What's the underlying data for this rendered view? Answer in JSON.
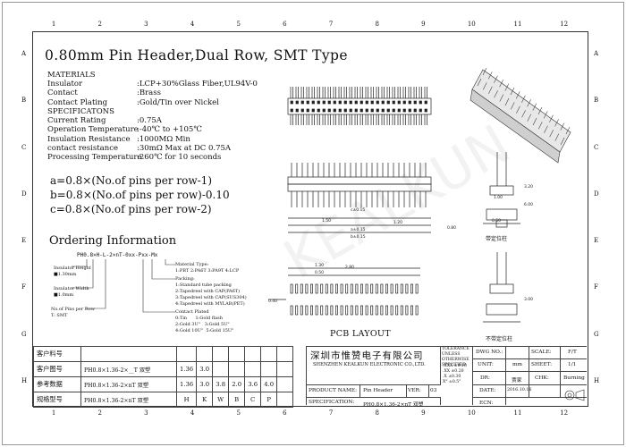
{
  "drawing": {
    "title": "0.80mm Pin Header,Dual Row, SMT Type",
    "border_columns": [
      "1",
      "2",
      "3",
      "4",
      "5",
      "6",
      "7",
      "8",
      "9",
      "10",
      "11",
      "12"
    ],
    "border_rows": [
      "A",
      "B",
      "C",
      "D",
      "E",
      "F",
      "G",
      "H"
    ]
  },
  "specs": {
    "materials_heading": "MATERIALS",
    "materials": [
      {
        "label": "Insulator",
        "value": ":LCP+30%Glass Fiber,UL94V-0"
      },
      {
        "label": "Contact",
        "value": ":Brass"
      },
      {
        "label": "Contact Plating",
        "value": ":Gold/Tin over Nickel"
      }
    ],
    "specifications_heading": "SPECIFICATONS",
    "specifications": [
      {
        "label": "Current Rating",
        "value": ":0.75A"
      },
      {
        "label": "Operation Temperature",
        "value": ":-40℃ to +105℃"
      },
      {
        "label": "Insulation Resistance",
        "value": ":1000MΩ Min"
      },
      {
        "label": "contact resistance",
        "value": ":30mΩ Max at DC 0.75A"
      },
      {
        "label": "Processing Temperature",
        "value": ":260℃ for 10 seconds"
      }
    ]
  },
  "formulas": [
    "a=0.8×(No.of pins per row-1)",
    "b=0.8×(No.of pins per row)-0.10",
    "c=0.8×(No.of pins per row-2)"
  ],
  "ordering": {
    "heading": "Ordering Information",
    "part_template": "PH0.8×H-L-2×nT-0xx-Pxx-Mx",
    "insulator_height": "Insulator Height\n■1.30mm",
    "insulator_width": "Insulator Width\n■1.0mm",
    "pins_per_row": "No.of Pins per Row\nT: SMT",
    "material_type": "Material Type:\n1:PBT 2:PA6T 3:PA9T 4:LCP",
    "packing": "Packing:\n1:Standard tube packing\n2:Tapedreel with CAP(PA6T)\n3:Tapedreel with CAP(SUS304)\n4:Tapedreel with MYLAR(PET)",
    "plating": "Contact Plated\n0:Tin      1:Gold flash\n2:Gold 3U\"   3:Gold 5U\"\n4:Gold 10U\"  5:Gold 15U\""
  },
  "views": {
    "pcb_caption": "PCB LAYOUT",
    "with_peg": "带定位柱",
    "without_peg": "不带定位柱",
    "dim_labels": [
      "a±0.15",
      "b±0.15",
      "c±0.15",
      "2.80",
      "0.80",
      "0.40",
      "1.30",
      "0.50",
      "1.20",
      "1.50",
      "6.00",
      "3.00",
      "3.20",
      "0.50",
      "1.00"
    ]
  },
  "bom": {
    "rows": [
      {
        "label": "客户料号",
        "part": "",
        "cells": [
          "",
          "",
          "",
          "",
          "",
          "",
          ""
        ]
      },
      {
        "label": "客户图号",
        "part": "PH0.8×1.36-2×__T 双塑",
        "cells": [
          "1.36",
          "3.0",
          "",
          "",
          "",
          "",
          ""
        ]
      },
      {
        "label": "参考数据",
        "part": "PH0.8×1.36-2×nT 双塑",
        "cells": [
          "1.36",
          "3.0",
          "3.8",
          "2.0",
          "3.6",
          "4.0",
          ""
        ]
      },
      {
        "label": "规格型号",
        "part": "PH0.8×1.36-2×nT 双塑",
        "cells": [
          "H",
          "K",
          "W",
          "B",
          "C",
          "P",
          ""
        ]
      }
    ]
  },
  "titleblock": {
    "company_cn": "深圳市惟赞电子有限公司",
    "company_en": "SHENZHEN KEALKUN ELECTRONIC CO.,LTD.",
    "tolerance": "TOLERANCE\nUNLESS\nOTHERWISE\nSPECIFIED",
    "tol_values": [
      ".XXX ±0.10",
      ".XX ±0.20",
      ".X ±0.30",
      "X° ±0.5°"
    ],
    "dwg_no_label": "DWG NO.:",
    "scale_label": "SCALE:",
    "scale_value": "F/T",
    "unit_label": "UNIT:",
    "unit_value": "mm",
    "sheet_label": "SHEET:",
    "sheet_value": "1/1",
    "dr_label": "DR:",
    "dr_value": "贾家",
    "chk_label": "CHK:",
    "chk_value": "Burning",
    "date_label": "DATE:",
    "date_value": "2016.10.16",
    "product_label": "PRODUCT NAME:",
    "product_value": "Pin Header",
    "ver_label": "VER:",
    "ver_value": "03",
    "spec_label": "SPECIFICATION:",
    "spec_value": "PH0.8×1.36-2×nT 双塑",
    "ecn_label": "ECN:"
  },
  "watermark": "KEALKUN"
}
